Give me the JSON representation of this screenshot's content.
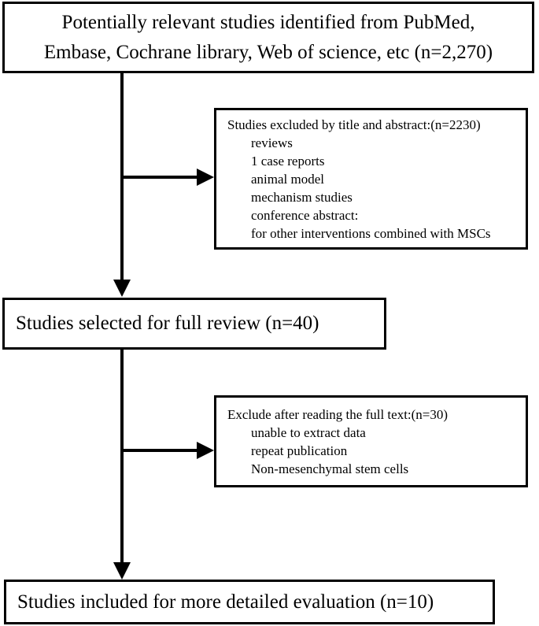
{
  "diagram": {
    "type": "flowchart",
    "title": "Study selection flow diagram",
    "orientation": "top-to-bottom"
  },
  "nodes": {
    "identified": {
      "name": "records-identified",
      "lines": [
        "Potentially relevant studies identified from PubMed,",
        "Embase, Cochrane library, Web of science, etc (n=2,270)"
      ],
      "count": 2270
    },
    "excluded_1": {
      "name": "excluded-by-title-abstract",
      "heading": "Studies excluded by title and abstract:(n=2230)",
      "count": 2230,
      "reasons": [
        "reviews",
        "1 case reports",
        "animal model",
        "mechanism studies",
        "conference abstract:",
        "for other interventions combined with MSCs"
      ]
    },
    "full_review": {
      "name": "selected-for-full-review",
      "text": "Studies selected for full review (n=40)",
      "count": 40
    },
    "excluded_2": {
      "name": "excluded-after-full-text",
      "heading": "Exclude after reading the full text:(n=30)",
      "count": 30,
      "reasons": [
        "unable to extract data",
        "repeat publication",
        "Non-mesenchymal stem cells"
      ]
    },
    "included": {
      "name": "included-for-evaluation",
      "text": "Studies included for more detailed evaluation (n=10)",
      "count": 10
    }
  },
  "connectors": [
    {
      "name": "identified-to-full-review",
      "from": "identified",
      "to": "full_review",
      "direction": "down"
    },
    {
      "name": "identified-to-excluded-1",
      "from": "identified",
      "to": "excluded_1",
      "direction": "right"
    },
    {
      "name": "full-review-to-included",
      "from": "full_review",
      "to": "included",
      "direction": "down"
    },
    {
      "name": "full-review-to-excluded-2",
      "from": "full_review",
      "to": "excluded_2",
      "direction": "right"
    }
  ],
  "style": {
    "stroke": "#000000",
    "background": "#ffffff"
  }
}
